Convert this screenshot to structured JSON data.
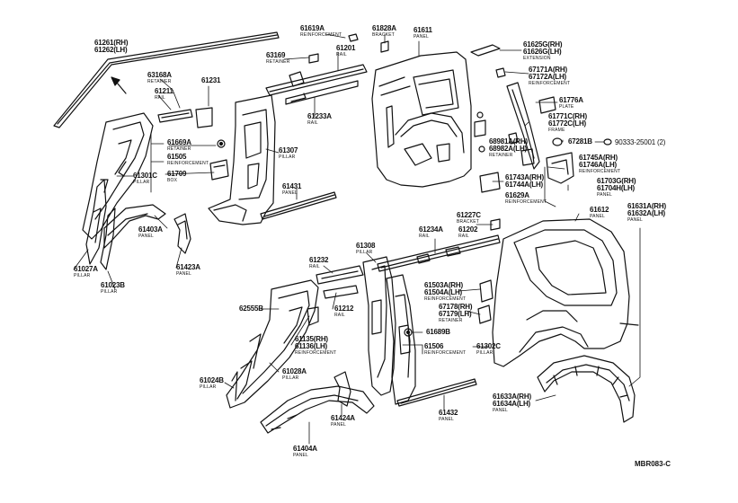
{
  "diagram": {
    "ref_code": "MBR083-C",
    "callouts": {
      "c61261": {
        "pn": "61261(RH)",
        "pn2": "61262(LH)",
        "nm": ""
      },
      "c63168A": {
        "pn": "63168A",
        "nm": "RETAINER"
      },
      "c61231": {
        "pn": "61231",
        "nm": ""
      },
      "c61211": {
        "pn": "61211",
        "nm": "RAIL"
      },
      "c61669A": {
        "pn": "61669A",
        "nm": "RETAINER"
      },
      "c61505": {
        "pn": "61505",
        "nm": "REINFORCEMENT"
      },
      "c61709": {
        "pn": "61709",
        "nm": "BOX"
      },
      "c61301C": {
        "pn": "61301C",
        "nm": "PILLAR"
      },
      "c61403A": {
        "pn": "61403A",
        "nm": "PANEL"
      },
      "c61027A": {
        "pn": "61027A",
        "nm": "PILLAR"
      },
      "c61023B": {
        "pn": "61023B",
        "nm": "PILLAR"
      },
      "c61423A": {
        "pn": "61423A",
        "nm": "PANEL"
      },
      "c61619A": {
        "pn": "61619A",
        "nm": "REINFORCEMENT"
      },
      "c63169": {
        "pn": "63169",
        "nm": "RETAINER"
      },
      "c61201": {
        "pn": "61201",
        "nm": "RAIL"
      },
      "c61233A": {
        "pn": "61233A",
        "nm": "RAIL"
      },
      "c61307": {
        "pn": "61307",
        "nm": "PILLAR"
      },
      "c61431": {
        "pn": "61431",
        "nm": "PANEL"
      },
      "c61828A": {
        "pn": "61828A",
        "nm": "BRACKET"
      },
      "c61611": {
        "pn": "61611",
        "nm": "PANEL"
      },
      "c61625G": {
        "pn": "61625G(RH)",
        "pn2": "61626G(LH)",
        "nm": "EXTENSION"
      },
      "c67171A": {
        "pn": "67171A(RH)",
        "pn2": "67172A(LH)",
        "nm": "REINFORCEMENT"
      },
      "c61776A": {
        "pn": "61776A",
        "nm": "PLATE"
      },
      "c61771C": {
        "pn": "61771C(RH)",
        "pn2": "61772C(LH)",
        "nm": "FRAME"
      },
      "c67281B": {
        "pn": "67281B",
        "nm": ""
      },
      "c90333": {
        "pn": "90333-25001 (2)",
        "nm": ""
      },
      "c68981A": {
        "pn": "68981A(RH)",
        "pn2": "68982A(LH)",
        "nm": "RETAINER"
      },
      "c61745A": {
        "pn": "61745A(RH)",
        "pn2": "61746A(LH)",
        "nm": "REINFORCEMENT"
      },
      "c61743A": {
        "pn": "61743A(RH)",
        "pn2": "61744A(LH)",
        "nm": ""
      },
      "c61703G": {
        "pn": "61703G(RH)",
        "pn2": "61704H(LH)",
        "nm": "PANEL"
      },
      "c61629A": {
        "pn": "61629A",
        "nm": "REINFORCEMENT"
      },
      "c61227C": {
        "pn": "61227C",
        "nm": "BRACKET"
      },
      "c61612": {
        "pn": "61612",
        "nm": "PANEL"
      },
      "c61631A": {
        "pn": "61631A(RH)",
        "pn2": "61632A(LH)",
        "nm": "PANEL"
      },
      "c61234A": {
        "pn": "61234A",
        "nm": "RAIL"
      },
      "c61202": {
        "pn": "61202",
        "nm": "RAIL"
      },
      "c61308": {
        "pn": "61308",
        "nm": "PILLAR"
      },
      "c61232": {
        "pn": "61232",
        "nm": "RAIL"
      },
      "c62555B": {
        "pn": "62555B",
        "nm": ""
      },
      "c61212": {
        "pn": "61212",
        "nm": "RAIL"
      },
      "c61503A": {
        "pn": "61503A(RH)",
        "pn2": "61504A(LH)",
        "nm": "REINFORCEMENT"
      },
      "c67178": {
        "pn": "67178(RH)",
        "pn2": "67179(LH)",
        "nm": "RETAINER"
      },
      "c61135": {
        "pn": "61135(RH)",
        "pn2": "61136(LH)",
        "nm": "REINFORCEMENT"
      },
      "c61689B": {
        "pn": "61689B",
        "nm": ""
      },
      "c61506": {
        "pn": "61506",
        "nm": "REINFORCEMENT"
      },
      "c61302C": {
        "pn": "61302C",
        "nm": "PILLAR"
      },
      "c61028A": {
        "pn": "61028A",
        "nm": "PILLAR"
      },
      "c61024B": {
        "pn": "61024B",
        "nm": "PILLAR"
      },
      "c61424A": {
        "pn": "61424A",
        "nm": "PANEL"
      },
      "c61432": {
        "pn": "61432",
        "nm": "PANEL"
      },
      "c61633A": {
        "pn": "61633A(RH)",
        "pn2": "61634A(LH)",
        "nm": "PANEL"
      },
      "c61404A": {
        "pn": "61404A",
        "nm": "PANEL"
      }
    }
  }
}
